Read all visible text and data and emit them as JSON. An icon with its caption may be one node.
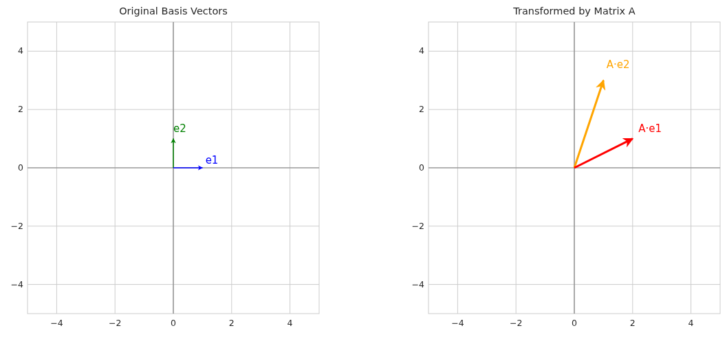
{
  "diagram": {
    "labels": [
      "Original Basis Vectors",
      "e2",
      "e1",
      "4",
      "2",
      "0",
      "−2",
      "−4",
      "−4",
      "−2",
      "0",
      "2",
      "4",
      "Transformed by Matrix A",
      "A·e2",
      "A·e1",
      "4",
      "2",
      "0",
      "−2",
      "−4",
      "−4",
      "−2",
      "0",
      "2",
      "4"
    ]
  }
}
